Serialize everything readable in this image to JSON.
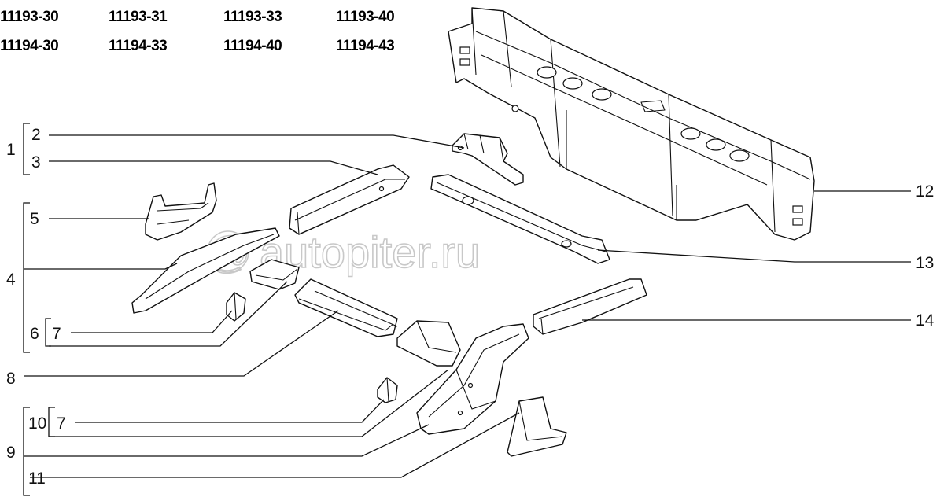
{
  "model_codes": {
    "row1": [
      "11193-30",
      "11193-31",
      "11193-33",
      "11193-40"
    ],
    "row2": [
      "11194-30",
      "11194-33",
      "11194-40",
      "11194-43"
    ]
  },
  "callouts": {
    "c1": "1",
    "c2": "2",
    "c3": "3",
    "c4": "4",
    "c5": "5",
    "c6": "6",
    "c7a": "7",
    "c7b": "7",
    "c8": "8",
    "c9": "9",
    "c10": "10",
    "c11": "11",
    "c12": "12",
    "c13": "13",
    "c14": "14"
  },
  "watermark": "autopiter.ru"
}
